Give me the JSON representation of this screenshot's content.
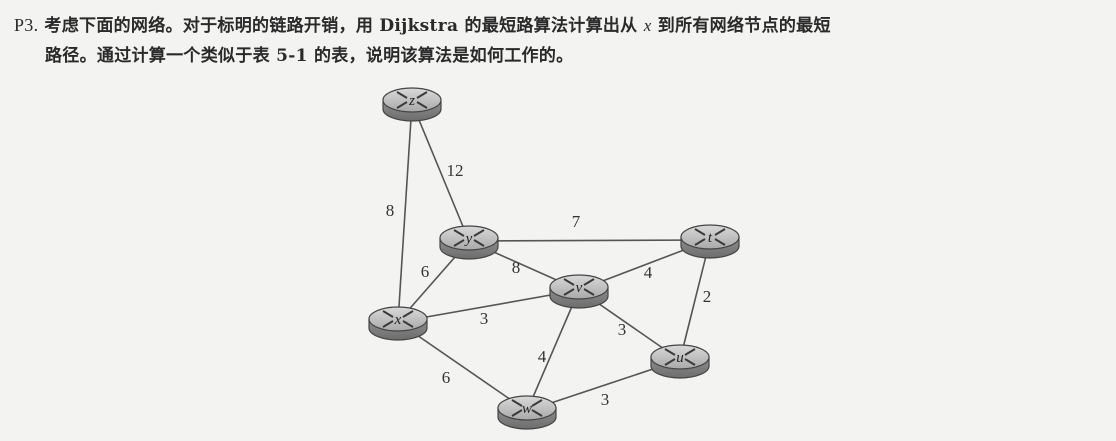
{
  "problem": {
    "label": "P3.",
    "line1_a": "考虑下面的网络。对于标明的链路开销，用 Dijkstra 的最短路算法计算出从 ",
    "source_var": "x",
    "line1_b": " 到所有网络节点的最短",
    "line2": "路径。通过计算一个类似于表 5-1 的表，说明该算法是如何工作的。"
  },
  "graph": {
    "nodes": [
      {
        "id": "z",
        "label": "z"
      },
      {
        "id": "y",
        "label": "y"
      },
      {
        "id": "t",
        "label": "t"
      },
      {
        "id": "v",
        "label": "v"
      },
      {
        "id": "x",
        "label": "x"
      },
      {
        "id": "u",
        "label": "u"
      },
      {
        "id": "w",
        "label": "w"
      }
    ],
    "edges": [
      {
        "from": "z",
        "to": "y",
        "cost": "12"
      },
      {
        "from": "z",
        "to": "x",
        "cost": "8"
      },
      {
        "from": "y",
        "to": "t",
        "cost": "7"
      },
      {
        "from": "y",
        "to": "x",
        "cost": "6"
      },
      {
        "from": "y",
        "to": "v",
        "cost": "8"
      },
      {
        "from": "v",
        "to": "t",
        "cost": "4"
      },
      {
        "from": "x",
        "to": "v",
        "cost": "3"
      },
      {
        "from": "t",
        "to": "u",
        "cost": "2"
      },
      {
        "from": "v",
        "to": "u",
        "cost": "3"
      },
      {
        "from": "v",
        "to": "w",
        "cost": "4"
      },
      {
        "from": "x",
        "to": "w",
        "cost": "6"
      },
      {
        "from": "w",
        "to": "u",
        "cost": "3"
      }
    ]
  }
}
